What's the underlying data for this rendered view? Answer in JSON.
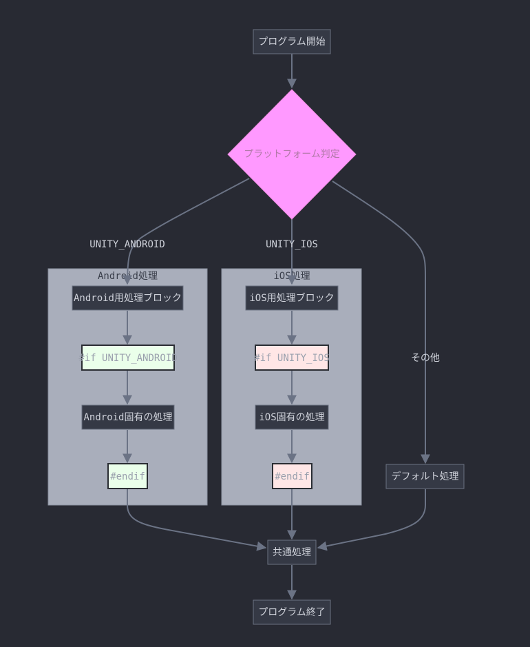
{
  "nodes": {
    "start": "プログラム開始",
    "decision": "プラットフォーム判定",
    "android_block": "Android用処理ブロック",
    "android_if": "#if UNITY_ANDROID",
    "android_proc": "Android固有の処理",
    "android_endif": "#endif",
    "ios_block": "iOS用処理ブロック",
    "ios_if": "#if UNITY_IOS",
    "ios_proc": "iOS固有の処理",
    "ios_endif": "#endif",
    "default_proc": "デフォルト処理",
    "common": "共通処理",
    "end": "プログラム終了"
  },
  "clusters": {
    "android": "Android処理",
    "ios": "iOS処理"
  },
  "edge_labels": {
    "android": "UNITY_ANDROID",
    "ios": "UNITY_IOS",
    "other": "その他"
  },
  "colors": {
    "background": "#282a33",
    "decision_fill": "#ff99ff",
    "android_macro_fill": "#eaffea",
    "ios_macro_fill": "#ffe6e6",
    "cluster_fill": "#a9aebb",
    "edge": "#6b7385"
  }
}
